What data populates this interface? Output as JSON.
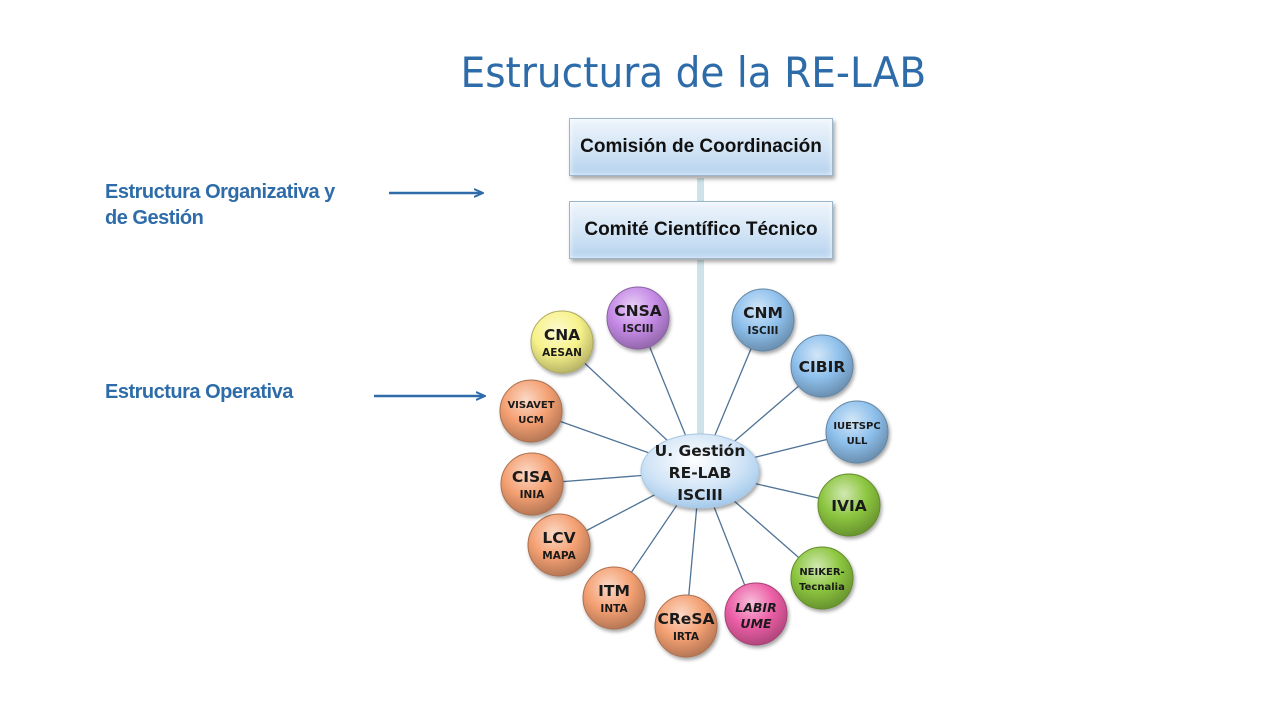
{
  "title": "Estructura de la RE-LAB",
  "side_labels": {
    "organizational": [
      "Estructura Organizativa y",
      "de Gestión"
    ],
    "operational": "Estructura Operativa"
  },
  "hierarchy": {
    "top": "Comisión de Coordinación",
    "second": "Comité Científico Técnico"
  },
  "center_node": {
    "lines": [
      "U. Gestión",
      "RE-LAB",
      "ISCIII"
    ],
    "color": "#cfe3f6"
  },
  "colors": {
    "title": "#2e6ca9",
    "arrow": "#2e6ca9",
    "connector": "#4f7396",
    "trunk": "#cde3e8",
    "yellow": "#f7f28a",
    "purple": "#c58ae6",
    "blue": "#8ec0ec",
    "green": "#8cc63f",
    "pink": "#ec5ea6",
    "orange": "#f4a072"
  },
  "nodes": [
    {
      "id": "cna",
      "label": "CNA",
      "sub": "AESAN",
      "color": "yellow"
    },
    {
      "id": "cnsa",
      "label": "CNSA",
      "sub": "ISCIII",
      "color": "purple"
    },
    {
      "id": "cnm",
      "label": "CNM",
      "sub": "ISCIII",
      "color": "blue"
    },
    {
      "id": "cibir",
      "label": "CIBIR",
      "sub": "",
      "color": "blue"
    },
    {
      "id": "iuetspc",
      "label": "IUETSPC",
      "sub": "ULL",
      "color": "blue",
      "small": true
    },
    {
      "id": "ivia",
      "label": "IVIA",
      "sub": "",
      "color": "green"
    },
    {
      "id": "neiker",
      "label": "NEIKER-",
      "sub": "Tecnalia",
      "color": "green",
      "small": true
    },
    {
      "id": "labir",
      "label": "LABIR",
      "sub": "UME",
      "color": "pink",
      "italic": true
    },
    {
      "id": "cresa",
      "label": "CReSA",
      "sub": "IRTA",
      "color": "orange"
    },
    {
      "id": "itm",
      "label": "ITM",
      "sub": "INTA",
      "color": "orange"
    },
    {
      "id": "lcv",
      "label": "LCV",
      "sub": "MAPA",
      "color": "orange"
    },
    {
      "id": "cisa",
      "label": "CISA",
      "sub": "INIA",
      "color": "orange"
    },
    {
      "id": "visavet",
      "label": "VISAVET",
      "sub": "UCM",
      "color": "orange",
      "small": true
    }
  ]
}
